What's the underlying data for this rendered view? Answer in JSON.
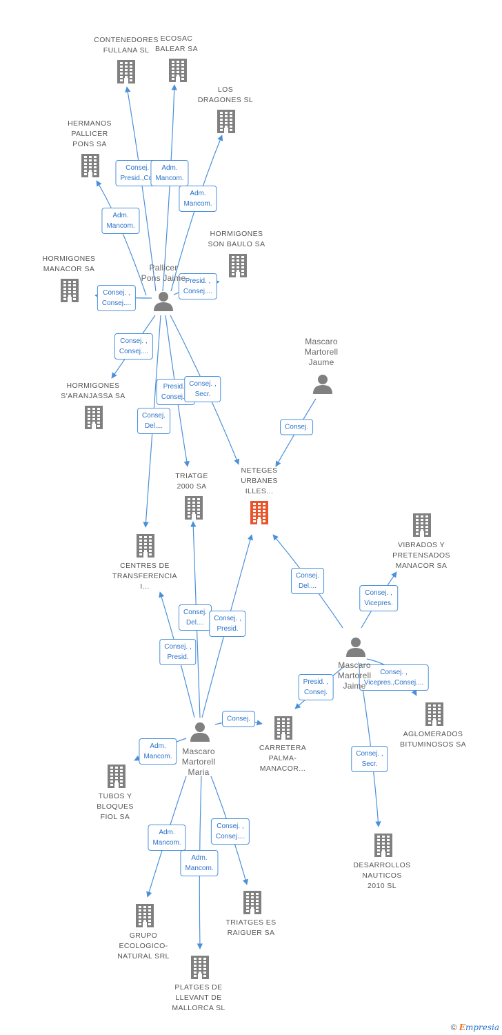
{
  "nodes": [
    {
      "id": "contenedores",
      "type": "company",
      "label": "CONTENEDORES\nFULLANA SL"
    },
    {
      "id": "ecosac",
      "type": "company",
      "label": "ECOSAC\nBALEAR SA"
    },
    {
      "id": "losdragones",
      "type": "company",
      "label": "LOS\nDRAGONES SL"
    },
    {
      "id": "hermanos",
      "type": "company",
      "label": "HERMANOS\nPALLICER\nPONS SA"
    },
    {
      "id": "hormsonbaulo",
      "type": "company",
      "label": "HORMIGONES\nSON BAULO SA"
    },
    {
      "id": "hormmanacor",
      "type": "company",
      "label": "HORMIGONES\nMANACOR SA"
    },
    {
      "id": "pallicer",
      "type": "person",
      "label": "Pallicer\nPons Jaime"
    },
    {
      "id": "hormaranjassa",
      "type": "company",
      "label": "HORMIGONES\nS'ARANJASSA SA"
    },
    {
      "id": "mascarojaume",
      "type": "person",
      "label": "Mascaro\nMartorell\nJaume"
    },
    {
      "id": "triatge2000",
      "type": "company",
      "label": "TRIATGE\n2000 SA"
    },
    {
      "id": "neteges",
      "type": "company",
      "highlight": true,
      "label": "NETEGES\nURBANES\nILLES..."
    },
    {
      "id": "vibrados",
      "type": "company",
      "label": "VIBRADOS Y\nPRETENSADOS\nMANACOR SA"
    },
    {
      "id": "centres",
      "type": "company",
      "label": "CENTRES DE\nTRANSFERENCIA\nI..."
    },
    {
      "id": "mascarojaime",
      "type": "person",
      "label": "Mascaro\nMartorell\nJaime"
    },
    {
      "id": "carretera",
      "type": "company",
      "label": "CARRETERA\nPALMA-\nMANACOR..."
    },
    {
      "id": "aglomerados",
      "type": "company",
      "label": "AGLOMERADOS\nBITUMINOSOS SA"
    },
    {
      "id": "mascaromaria",
      "type": "person",
      "label": "Mascaro\nMartorell\nMaria"
    },
    {
      "id": "tubos",
      "type": "company",
      "label": "TUBOS Y\nBLOQUES\nFIOL SA"
    },
    {
      "id": "desarrollos",
      "type": "company",
      "label": "DESARROLLOS\nNAUTICOS\n2010 SL"
    },
    {
      "id": "triatgesraiguer",
      "type": "company",
      "label": "TRIATGES ES\nRAIGUER SA"
    },
    {
      "id": "grupo",
      "type": "company",
      "label": "GRUPO\nECOLOGICO-\nNATURAL SRL"
    },
    {
      "id": "platges",
      "type": "company",
      "label": "PLATGES DE\nLLEVANT DE\nMALLORCA  SL"
    }
  ],
  "edges": [
    {
      "from": "pallicer",
      "to": "contenedores",
      "label": "Consej. ,\nPresid.,Co..."
    },
    {
      "from": "pallicer",
      "to": "ecosac",
      "label": "Adm.\nMancom."
    },
    {
      "from": "pallicer",
      "to": "losdragones",
      "label": "Adm.\nMancom."
    },
    {
      "from": "pallicer",
      "to": "hermanos",
      "label": "Adm.\nMancom."
    },
    {
      "from": "pallicer",
      "to": "hormsonbaulo",
      "label": "Presid. ,\nConsej...."
    },
    {
      "from": "pallicer",
      "to": "hormmanacor",
      "label": "Consej. ,\nConsej...."
    },
    {
      "from": "pallicer",
      "to": "hormaranjassa",
      "label": "Consej. ,\nConsej...."
    },
    {
      "from": "pallicer",
      "to": "triatge2000",
      "label": "Presid. ,\nConsej...."
    },
    {
      "from": "pallicer",
      "to": "neteges",
      "label": "Consej. ,\nSecr."
    },
    {
      "from": "pallicer",
      "to": "centres",
      "label": "Consej.\nDel...."
    },
    {
      "from": "mascarojaume",
      "to": "neteges",
      "label": "Consej."
    },
    {
      "from": "mascarojaime",
      "to": "neteges",
      "label": "Consej.\nDel...."
    },
    {
      "from": "mascarojaime",
      "to": "vibrados",
      "label": "Consej. ,\nVicepres."
    },
    {
      "from": "mascarojaime",
      "to": "carretera",
      "label": "Presid. ,\nConsej."
    },
    {
      "from": "mascarojaime",
      "to": "aglomerados",
      "label": "Consej. ,\nVicepres.,Consej...."
    },
    {
      "from": "mascarojaime",
      "to": "desarrollos",
      "label": "Consej. ,\nSecr."
    },
    {
      "from": "mascaromaria",
      "to": "triatge2000",
      "label": "Consej.\nDel...."
    },
    {
      "from": "mascaromaria",
      "to": "neteges",
      "label": "Consej. ,\nPresid."
    },
    {
      "from": "mascaromaria",
      "to": "centres",
      "label": "Consej. ,\nPresid."
    },
    {
      "from": "mascaromaria",
      "to": "carretera",
      "label": "Consej."
    },
    {
      "from": "mascaromaria",
      "to": "tubos",
      "label": "Adm.\nMancom."
    },
    {
      "from": "mascaromaria",
      "to": "triatgesraiguer",
      "label": "Consej. ,\nConsej...."
    },
    {
      "from": "mascaromaria",
      "to": "grupo",
      "label": "Adm.\nMancom."
    },
    {
      "from": "mascaromaria",
      "to": "platges",
      "label": "Adm.\nMancom."
    }
  ],
  "colors": {
    "company": "#808080",
    "highlight": "#e8552b",
    "person": "#808080",
    "edge": "#4a90d9"
  },
  "brand": {
    "copyright": "©",
    "logo_first": "E",
    "logo_rest": "mpresia"
  }
}
